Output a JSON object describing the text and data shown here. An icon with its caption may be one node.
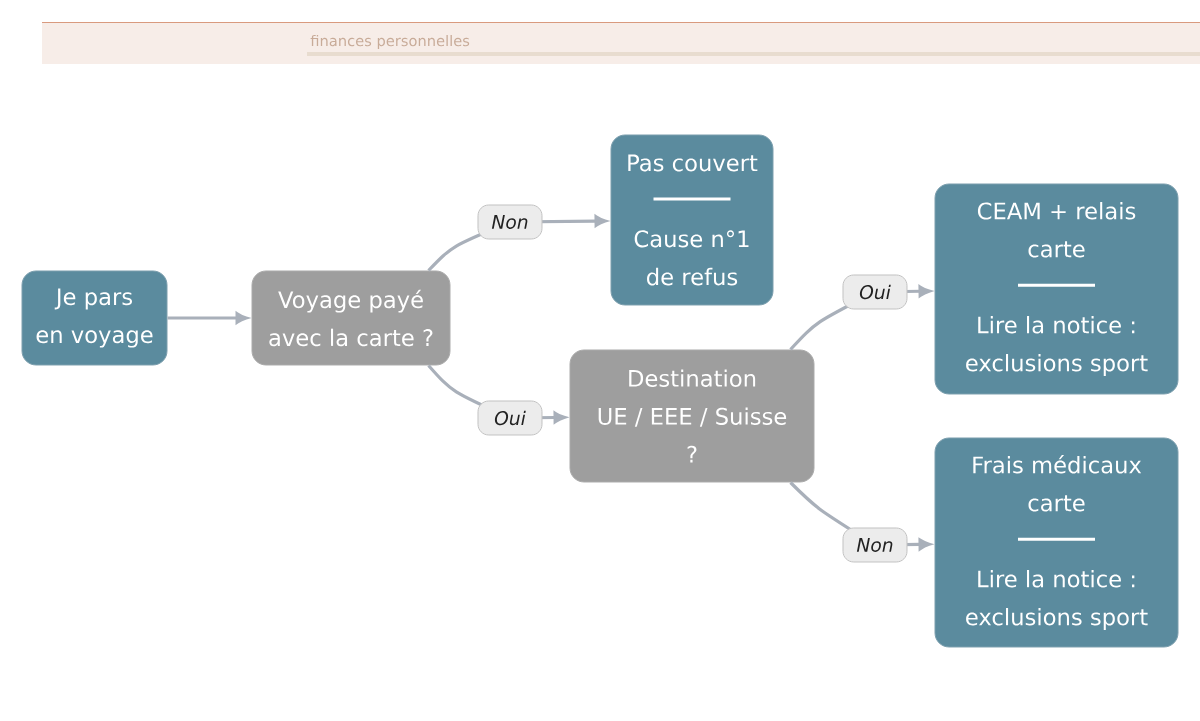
{
  "diagram": {
    "nodes": [
      {
        "text": [
          "Je pars en voyage"
        ]
      },
      {
        "text": [
          "Voyage payé avec la carte ?"
        ]
      },
      {
        "text": [
          "Pas couvert",
          "Cause n°1 de refus"
        ]
      },
      {
        "text": [
          "Destination UE / EEE / Suisse ?"
        ]
      },
      {
        "text": [
          "CEAM + relais carte",
          "Lire la notice : exclusions sport"
        ]
      },
      {
        "text": [
          "Frais médicaux carte",
          "Lire la notice : exclusions sport"
        ]
      }
    ],
    "edges": [
      {
        "from": 0,
        "to": 1,
        "arrow": "to"
      },
      {
        "from": 1,
        "to": 2,
        "arrow": "to",
        "label": "Non"
      },
      {
        "from": 1,
        "to": 3,
        "arrow": "to",
        "label": "Oui"
      },
      {
        "from": 3,
        "to": 4,
        "arrow": "to",
        "label": "Oui"
      },
      {
        "from": 3,
        "to": 5,
        "arrow": "to",
        "label": "Non"
      }
    ],
    "labels": [
      "finances personnelles"
    ]
  }
}
